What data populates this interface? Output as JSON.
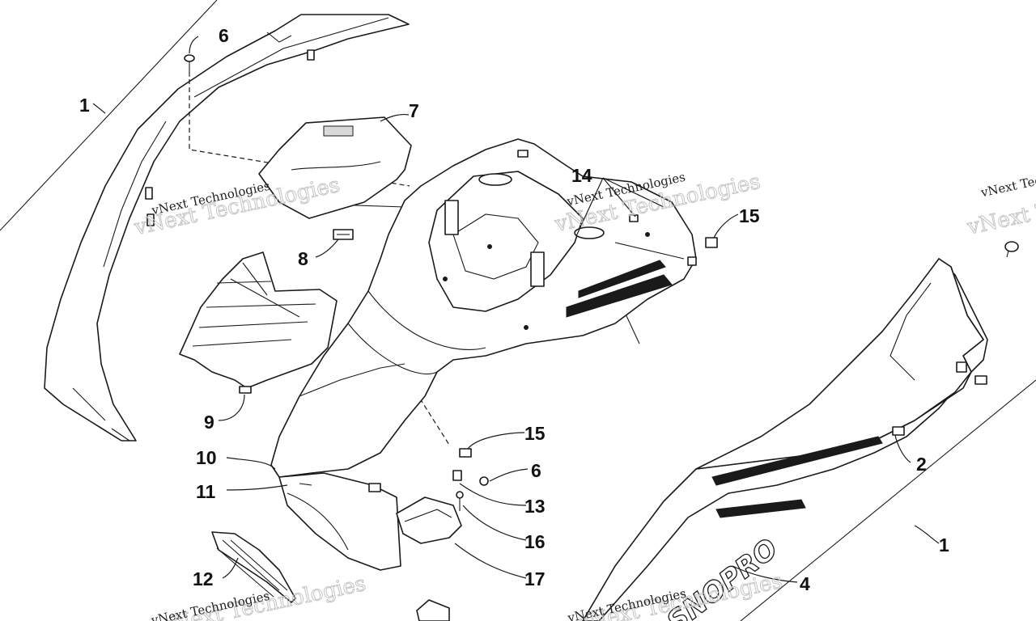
{
  "callouts": {
    "c1_left": "1",
    "c6_top": "6",
    "c7": "7",
    "c8": "8",
    "c9": "9",
    "c10": "10",
    "c11": "11",
    "c12": "12",
    "c14": "14",
    "c15_top": "15",
    "c15_mid": "15",
    "c6_mid": "6",
    "c13": "13",
    "c16": "16",
    "c17": "17",
    "c2": "2",
    "c1_right": "1",
    "c4": "4"
  },
  "decal_text": "SNOPRO",
  "watermarks": [
    {
      "line1": "vNext Technologies",
      "line2": "vNext Technologies"
    },
    {
      "line1": "vNext Technologies",
      "line2": "vNext Technologies"
    },
    {
      "line1": "vNext Technologies",
      "line2": "vNext Technologies"
    },
    {
      "line1": "vNext Technologies",
      "line2": "vNext Technologies"
    },
    {
      "line1": "vNext Technologies",
      "line2": "vNext Technologies"
    }
  ]
}
